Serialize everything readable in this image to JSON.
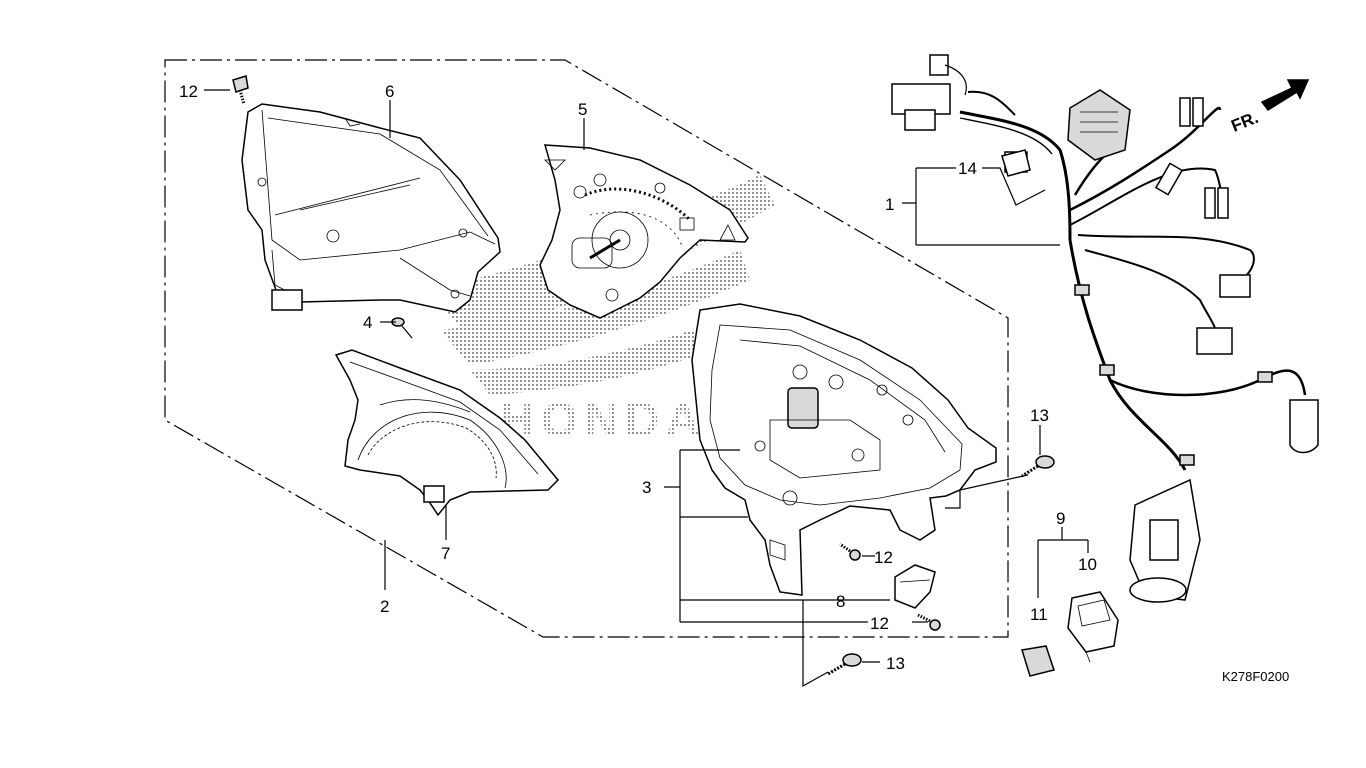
{
  "diagram": {
    "drawing_code": "K278F0200",
    "front_indicator": "FR.",
    "watermark_text": "HONDA",
    "callouts": {
      "c1": "1",
      "c2": "2",
      "c3": "3",
      "c4": "4",
      "c5": "5",
      "c6": "6",
      "c7": "7",
      "c8": "8",
      "c9": "9",
      "c10": "10",
      "c11": "11",
      "c12a": "12",
      "c12b": "12",
      "c12c": "12",
      "c13a": "13",
      "c13b": "13",
      "c14": "14"
    }
  }
}
